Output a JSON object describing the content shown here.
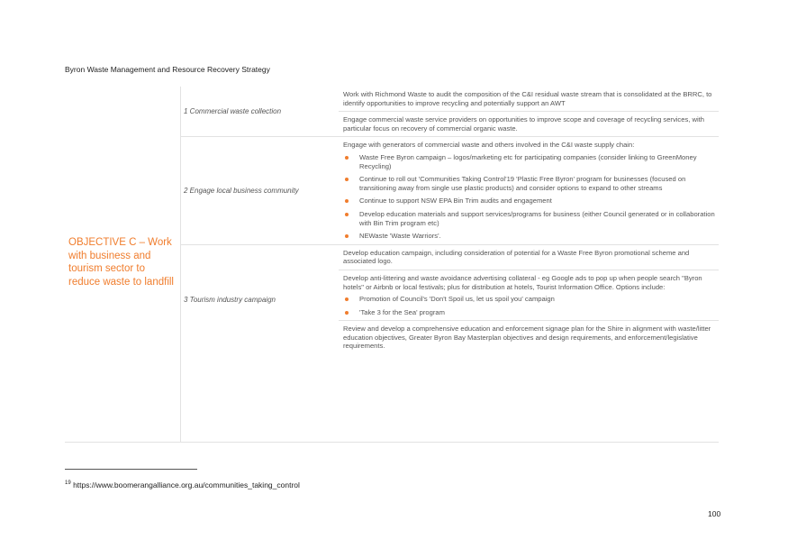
{
  "header": {
    "title": "Byron Waste Management and Resource Recovery Strategy"
  },
  "objective": {
    "text": "OBJECTIVE C – Work with business and tourism sector to reduce waste to landfill"
  },
  "groups": [
    {
      "label": "1 Commercial waste collection",
      "cells": [
        {
          "text": "Work with Richmond Waste to audit the composition of the C&I residual waste stream that is consolidated at the BRRC, to identify opportunities to improve recycling and potentially support an AWT"
        },
        {
          "text": "Engage commercial waste service providers on opportunities to improve scope and coverage of recycling services, with particular focus on recovery of commercial organic waste."
        }
      ]
    },
    {
      "label": "2 Engage local business community",
      "cells": [
        {
          "intro": "Engage with generators of commercial waste and others involved in the C&I waste supply chain:",
          "bullets": [
            "Waste Free Byron campaign – logos/marketing etc for participating companies (consider linking to GreenMoney Recycling)",
            "Continue to roll out 'Communities Taking Control'19 'Plastic Free Byron' program for businesses (focused on transitioning away from single use plastic products) and consider options to expand to other streams",
            "Continue to support NSW EPA Bin Trim audits and engagement",
            "Develop education materials and support services/programs for business (either Council generated or in collaboration with Bin Trim program etc)",
            "NEWaste 'Waste Warriors'."
          ]
        }
      ]
    },
    {
      "label": "3 Tourism industry campaign",
      "cells": [
        {
          "text": "Develop education campaign, including consideration of potential for a Waste Free Byron promotional scheme and associated logo."
        },
        {
          "intro": "Develop anti-littering and waste avoidance advertising collateral - eg Google ads to pop up when people search \"Byron hotels\" or Airbnb or local festivals; plus for distribution at hotels, Tourist Information Office. Options include:",
          "bullets": [
            "Promotion of Council's 'Don't Spoil us, let us spoil you' campaign",
            "'Take 3 for the Sea' program"
          ]
        },
        {
          "text": "Review and develop a comprehensive education and enforcement signage plan for the Shire in alignment with waste/litter education objectives, Greater Byron Bay Masterplan objectives and design requirements, and enforcement/legislative requirements."
        }
      ]
    }
  ],
  "footnote": {
    "num": "19",
    "url": "https://www.boomerangalliance.org.au/communities_taking_control"
  },
  "page_number": "100"
}
